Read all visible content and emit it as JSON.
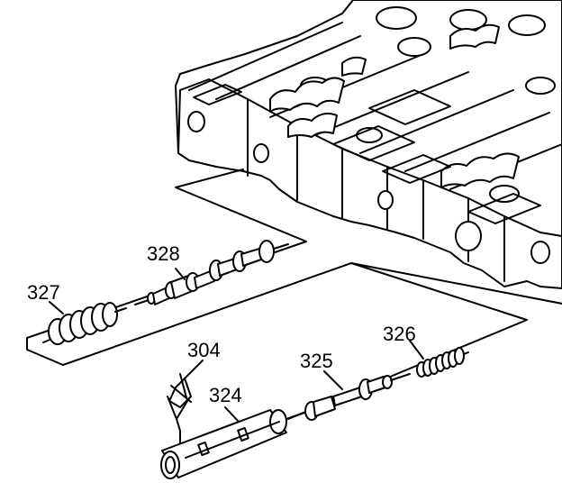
{
  "labels": {
    "p327": "327",
    "p328": "328",
    "p304": "304",
    "p324": "324",
    "p325": "325",
    "p326": "326"
  },
  "colors": {
    "line": "#000000",
    "background": "#ffffff"
  }
}
